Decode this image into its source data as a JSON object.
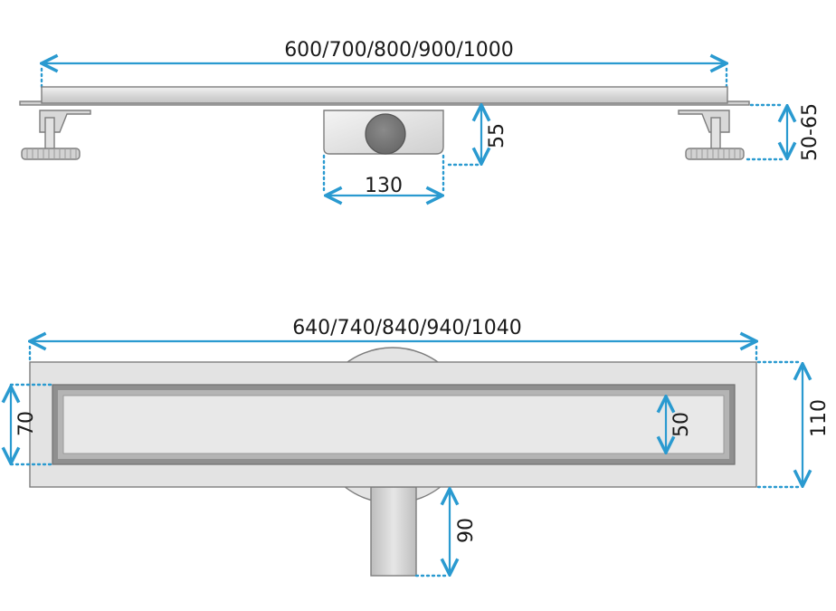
{
  "top_view": {
    "length_label": "600/700/800/900/1000",
    "outlet_width_label": "130",
    "outlet_height_label": "55",
    "foot_height_label": "50-65"
  },
  "bottom_view": {
    "length_label": "640/740/840/940/1040",
    "frame_inner_label": "70",
    "grate_width_label": "50",
    "total_width_label": "110",
    "outlet_depth_label": "90"
  },
  "colors": {
    "dimension": "#2a9ad0",
    "steel_light": "#e3e3e3",
    "steel_mid": "#b5b5b5",
    "steel_dark": "#8c8c8c",
    "outlet_circle": "#808080"
  }
}
